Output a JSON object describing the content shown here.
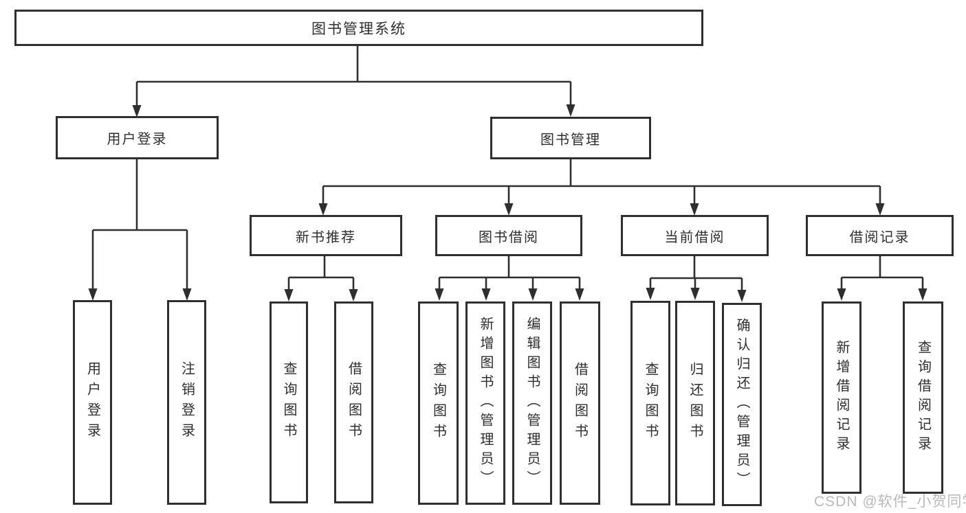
{
  "diagram_title": "图书管理系统",
  "nodes": {
    "root": {
      "label": "图书管理系统"
    },
    "level2": [
      {
        "label": "用户登录"
      },
      {
        "label": "图书管理"
      }
    ],
    "level3": [
      {
        "label": "新书推荐"
      },
      {
        "label": "图书借阅"
      },
      {
        "label": "当前借阅"
      },
      {
        "label": "借阅记录"
      }
    ],
    "leaves": {
      "user_login": [
        "用户登录",
        "注销登录"
      ],
      "new_book_recommend": [
        "查询图书",
        "借阅图书"
      ],
      "book_borrow": [
        "查询图书",
        "新增图书（管理员）",
        "编辑图书（管理员）",
        "借阅图书"
      ],
      "current_borrow": [
        "查询图书",
        "归还图书",
        "确认归还（管理员）"
      ],
      "borrow_record": [
        "新增借阅记录",
        "查询借阅记录"
      ]
    }
  },
  "watermark": {
    "text": "CSDN @软件_小贺同学"
  },
  "colors": {
    "line": "#2f2f2f",
    "box_border": "#2f2f2f",
    "box_background": "#ffffff",
    "text": "#2e2e2e",
    "watermark": "#b9b9b9"
  }
}
